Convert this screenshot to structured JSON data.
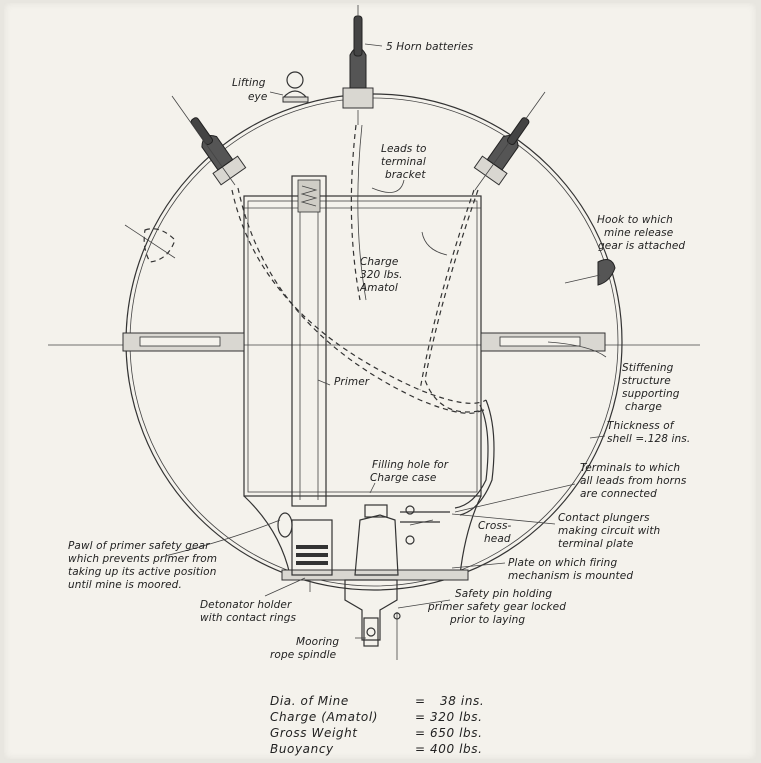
{
  "diagram": {
    "labels": {
      "horn_batteries": "5 Horn batteries",
      "lifting_eye_1": "Lifting",
      "lifting_eye_2": "eye",
      "leads_1": "Leads to",
      "leads_2": "terminal",
      "leads_3": "bracket",
      "hook_1": "Hook to which",
      "hook_2": "mine release",
      "hook_3": "gear is attached",
      "charge_1": "Charge",
      "charge_2": "320 lbs.",
      "charge_3": "Amatol",
      "stiff_1": "Stiffening",
      "stiff_2": "structure",
      "stiff_3": "supporting",
      "stiff_4": "charge",
      "primer": "Primer",
      "thick_1": "Thickness of",
      "thick_2": "shell =.128 ins.",
      "filling_1": "Filling hole for",
      "filling_2": "Charge case",
      "terminals_1": "Terminals to which",
      "terminals_2": "all leads from horns",
      "terminals_3": "are connected",
      "contact_1": "Contact plungers",
      "contact_2": "making circuit with",
      "contact_3": "terminal plate",
      "crosshead_1": "Cross-",
      "crosshead_2": "head",
      "pawl_1": "Pawl of primer safety gear",
      "pawl_2": "which prevents primer from",
      "pawl_3": "taking up its active position",
      "pawl_4": "until mine is moored.",
      "plate_1": "Plate on which firing",
      "plate_2": "mechanism is mounted",
      "detonator_1": "Detonator holder",
      "detonator_2": "with contact rings",
      "safety_1": "Safety pin holding",
      "safety_2": "primer safety gear locked",
      "safety_3": "prior to laying",
      "mooring_1": "Mooring",
      "mooring_2": "rope spindle"
    },
    "specs": [
      {
        "name": "Dia. of Mine",
        "eq": "=",
        "value": "38 ins."
      },
      {
        "name": "Charge (Amatol)",
        "eq": "=",
        "value": "320 lbs."
      },
      {
        "name": "Gross Weight",
        "eq": "=",
        "value": "650 lbs."
      },
      {
        "name": "Buoyancy",
        "eq": "=",
        "value": "400 lbs."
      }
    ]
  }
}
